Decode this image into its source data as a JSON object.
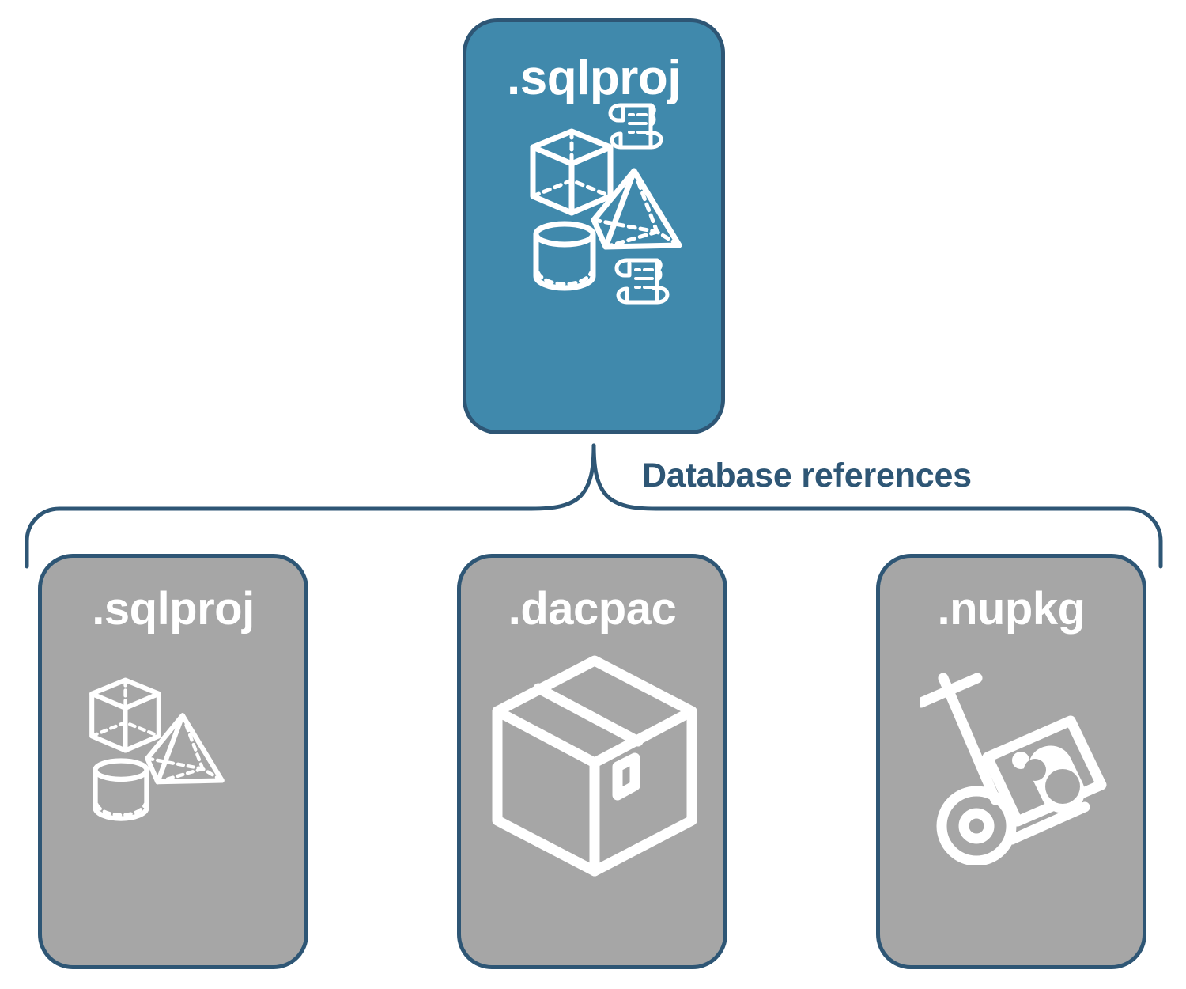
{
  "diagram": {
    "title_node": {
      "label": ".sqlproj",
      "fill": "#4089ac",
      "stroke": "#2e5675",
      "icons": [
        "cube-icon",
        "scroll-icon",
        "pyramid-icon",
        "cylinder-icon",
        "scroll-icon"
      ]
    },
    "connector": {
      "label": "Database references",
      "color": "#2e5675",
      "shape": "curly-brace"
    },
    "children": [
      {
        "label": ".sqlproj",
        "fill": "#a6a6a6",
        "stroke": "#2e5675",
        "icons": [
          "cube-icon",
          "pyramid-icon",
          "cylinder-icon"
        ]
      },
      {
        "label": ".dacpac",
        "fill": "#a6a6a6",
        "stroke": "#2e5675",
        "icons": [
          "package-box-icon"
        ]
      },
      {
        "label": ".nupkg",
        "fill": "#a6a6a6",
        "stroke": "#2e5675",
        "icons": [
          "hand-truck-nuget-icon"
        ]
      }
    ]
  }
}
